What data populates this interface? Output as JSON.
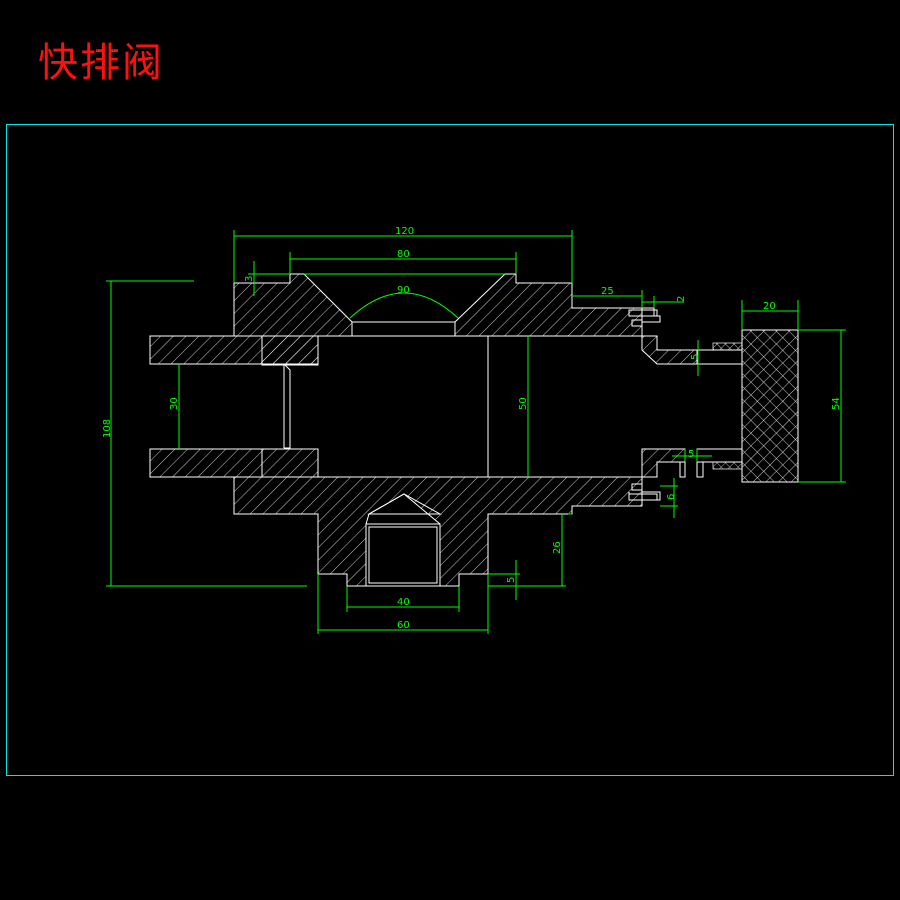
{
  "title": "快排阀",
  "dimensions": {
    "d120": "120",
    "d80": "80",
    "d90": "90",
    "d3": "3",
    "d25": "25",
    "d2": "2",
    "d20": "20",
    "d108": "108",
    "d30": "30",
    "d50": "50",
    "d54": "54",
    "d5a": "5",
    "d5b": "5",
    "d6": "6",
    "d26": "26",
    "d5c": "5",
    "d40": "40",
    "d60": "60"
  },
  "colors": {
    "title": "#ff1010",
    "border": "#00e5e5",
    "dimension": "#00ff00",
    "outline": "#ffffff",
    "background": "#000000"
  }
}
